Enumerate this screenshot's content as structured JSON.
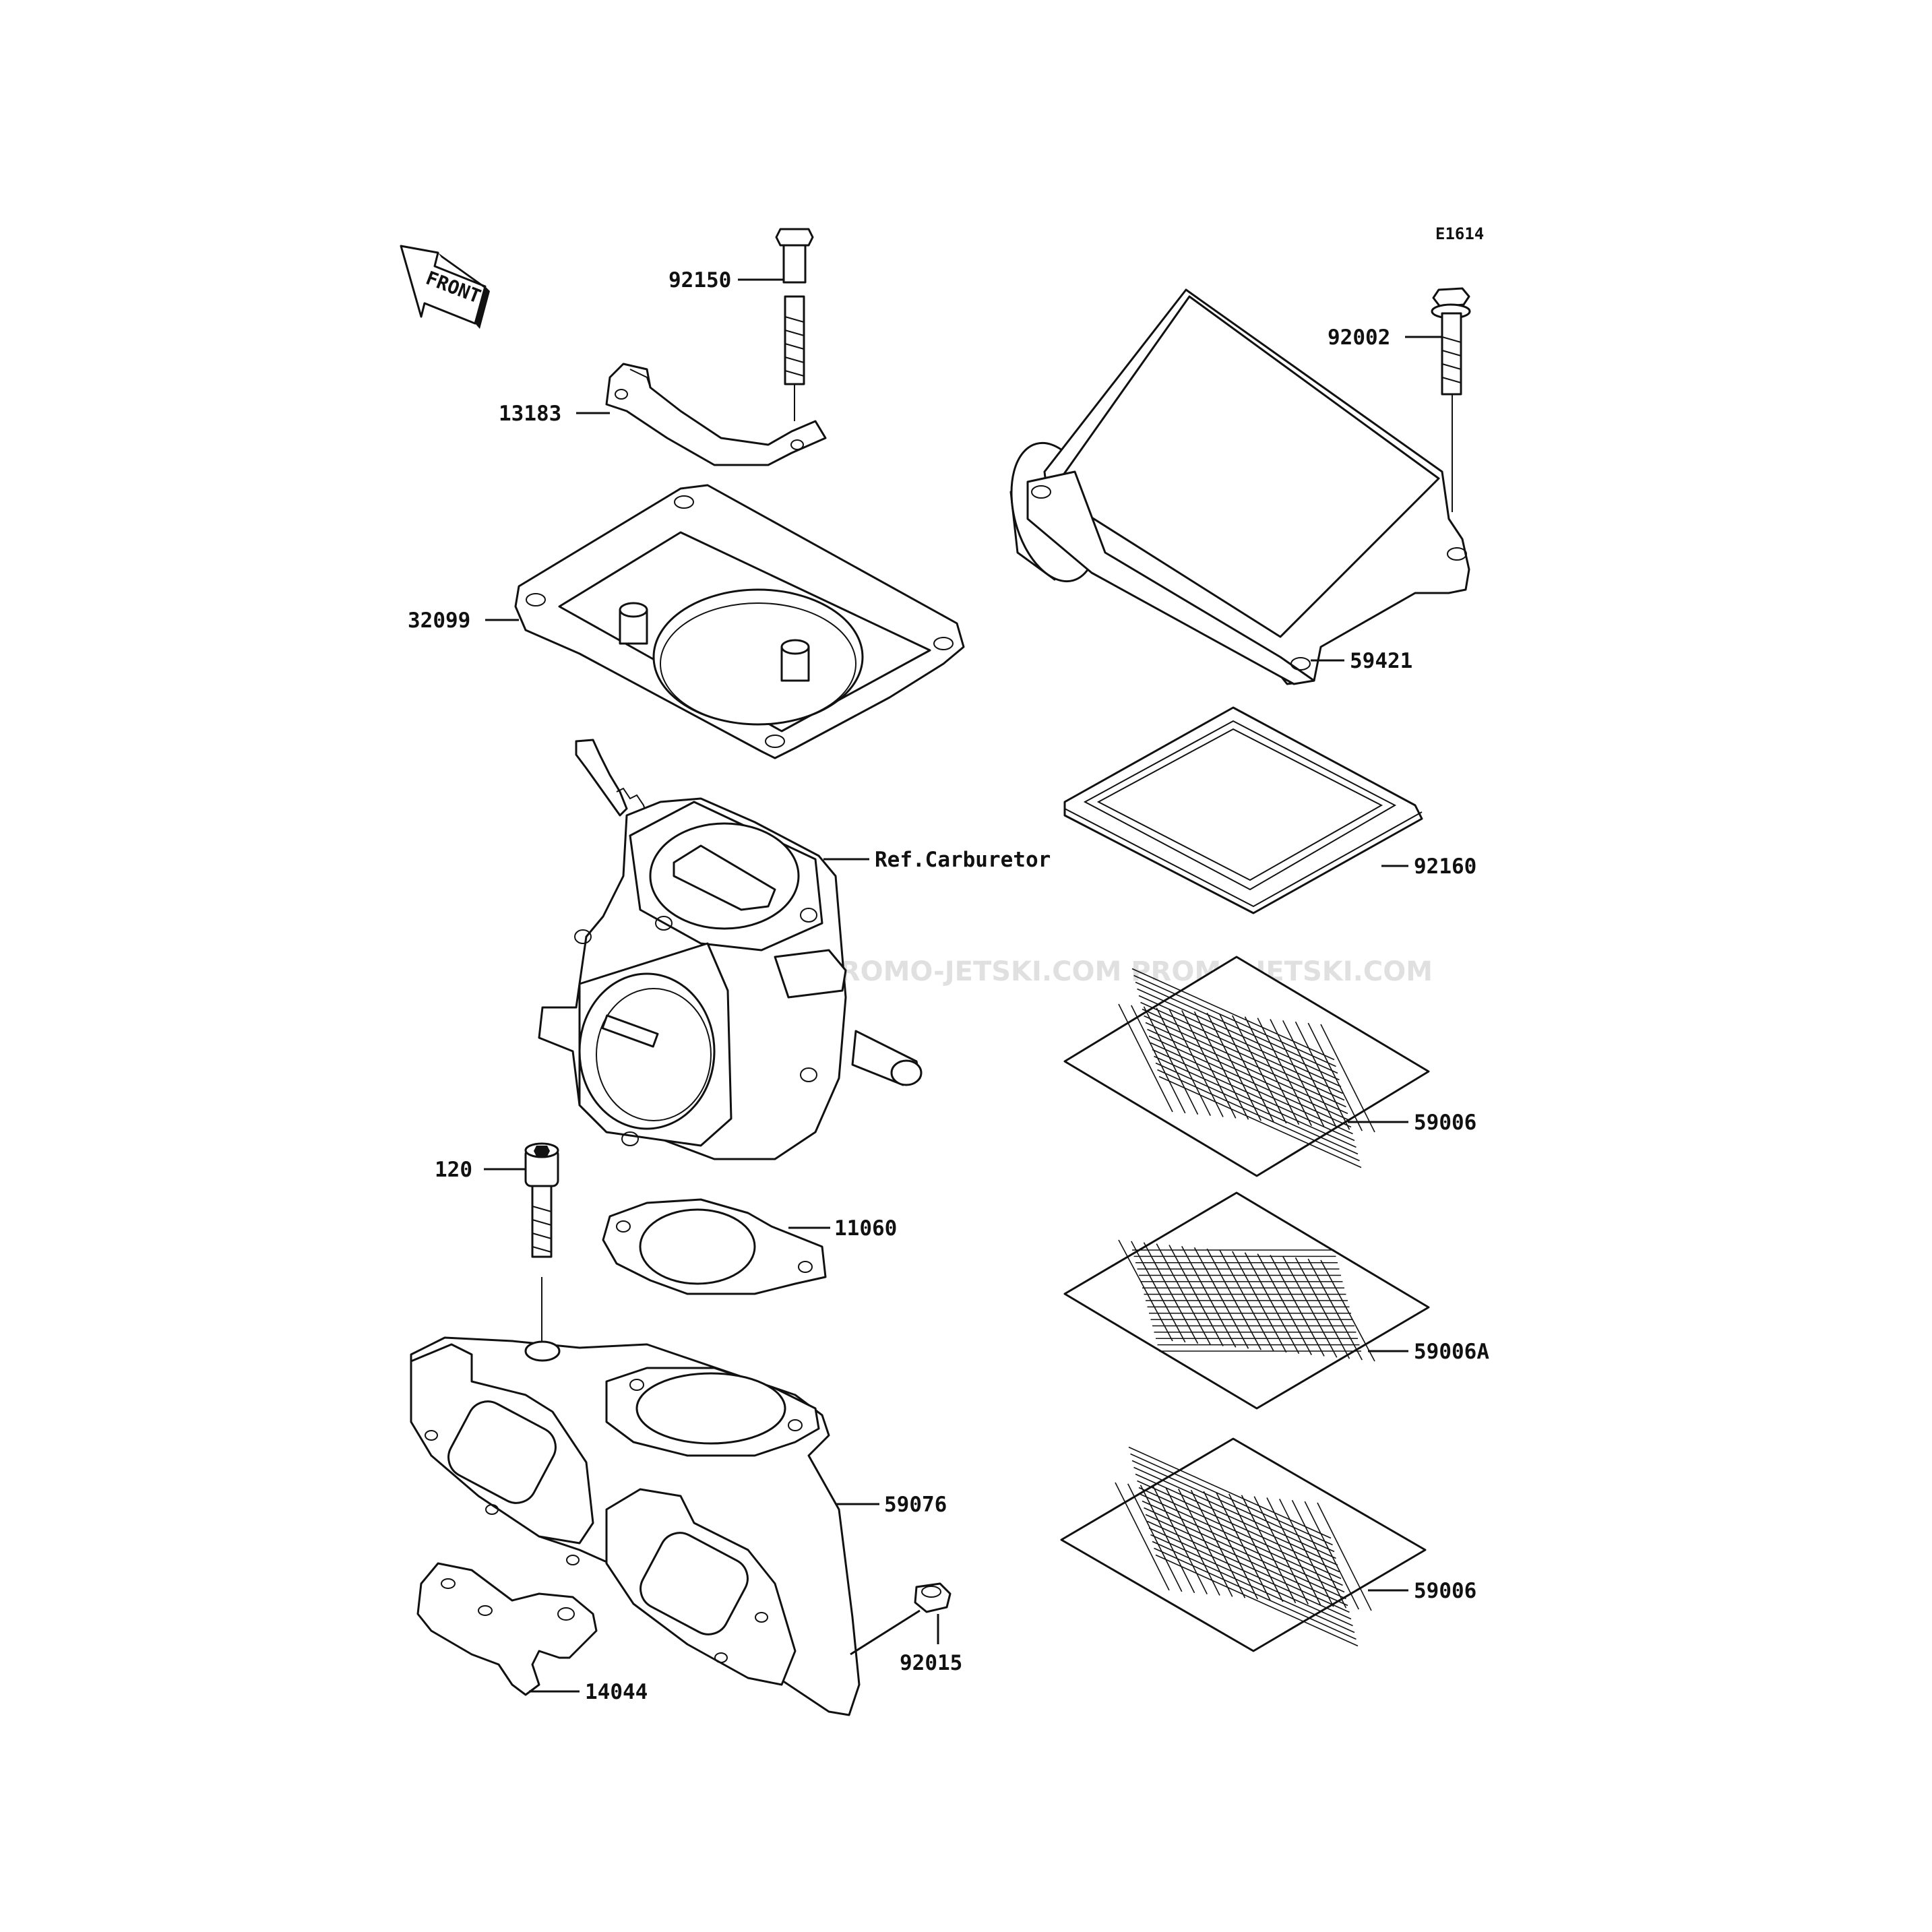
{
  "diagram": {
    "reference_id": "E1614",
    "front_indicator": "FRONT",
    "watermark": "JETSKI.COM   PROMO-JETSKI.COM   PROMO-JETSKI.COM",
    "parts": [
      {
        "id": "bolt_top",
        "label": "92150"
      },
      {
        "id": "bracket",
        "label": "13183"
      },
      {
        "id": "case_lower",
        "label": "32099"
      },
      {
        "id": "carburetor",
        "label": "Ref.Carburetor"
      },
      {
        "id": "socket_bolt",
        "label": "120"
      },
      {
        "id": "gasket",
        "label": "11060"
      },
      {
        "id": "manifold",
        "label": "59076"
      },
      {
        "id": "nut",
        "label": "92015"
      },
      {
        "id": "mount_bracket",
        "label": "14044"
      },
      {
        "id": "flange_bolt",
        "label": "92002"
      },
      {
        "id": "cover",
        "label": "59421"
      },
      {
        "id": "seal",
        "label": "92160"
      },
      {
        "id": "screen_1",
        "label": "59006"
      },
      {
        "id": "screen_2",
        "label": "59006A"
      },
      {
        "id": "screen_3",
        "label": "59006"
      }
    ]
  }
}
